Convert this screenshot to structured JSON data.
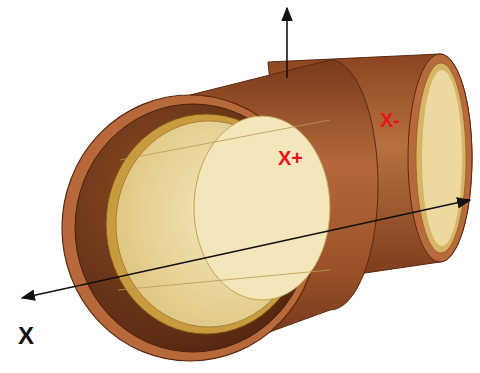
{
  "diagram": {
    "labels": [
      "X+",
      "X-",
      "X"
    ]
  }
}
